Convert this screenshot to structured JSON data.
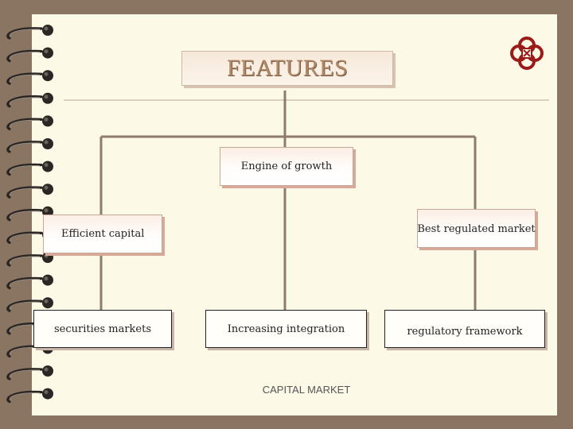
{
  "slide": {
    "title": "FEATURES",
    "footer": "CAPITAL MARKET"
  },
  "diagram": {
    "nodes": {
      "engine": "Engine of growth",
      "efficient": "Efficient capital",
      "best_regulated": "Best regulated market",
      "securities": "securities markets",
      "integration": "Increasing integration",
      "regulatory": "regulatory framework"
    }
  },
  "colors": {
    "page_background": "#fcf9e6",
    "frame": "#8a7462",
    "connector": "#8e7c6e",
    "title_text": "#b08a6b",
    "logo": "#9b1b1b"
  },
  "icons": {
    "logo": "knot-logo-icon",
    "binding": "spiral-binding-icon"
  }
}
